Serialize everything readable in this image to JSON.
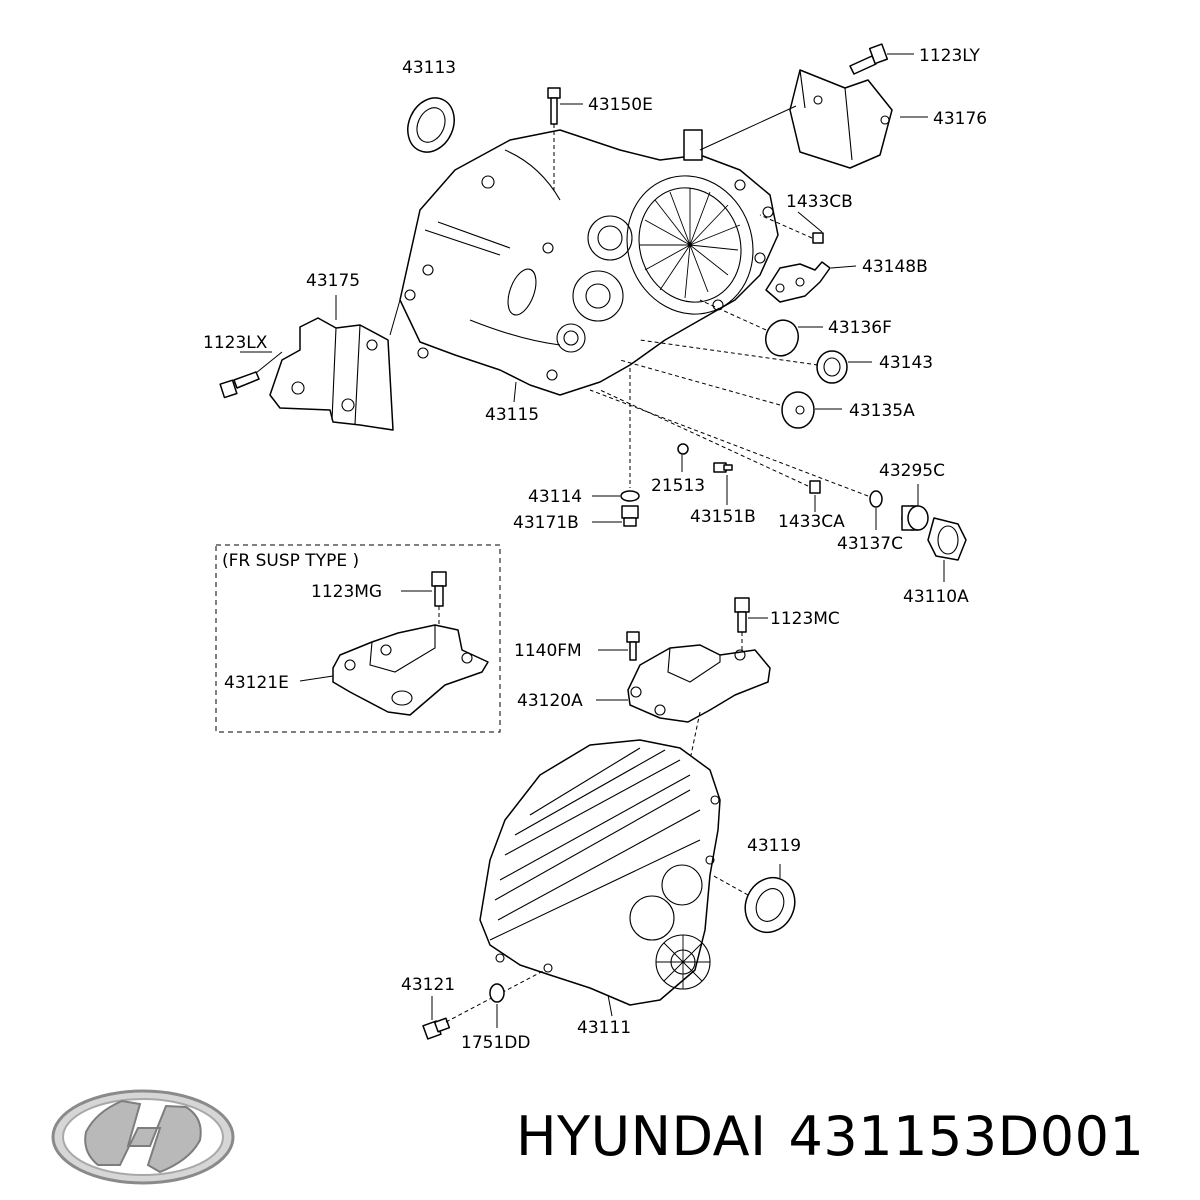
{
  "brand": "HYUNDAI",
  "part_number": "431153D001",
  "inset_label": "(FR SUSP TYPE )",
  "callouts": {
    "c43113": "43113",
    "c43150E": "43150E",
    "c1123LY": "1123LY",
    "c43176": "43176",
    "c1433CB": "1433CB",
    "c43148B": "43148B",
    "c43175": "43175",
    "c1123LX": "1123LX",
    "c43136F": "43136F",
    "c43143": "43143",
    "c43115": "43115",
    "c43135A": "43135A",
    "c21513": "21513",
    "c43114": "43114",
    "c43171B": "43171B",
    "c43151B": "43151B",
    "c1433CA": "1433CA",
    "c43295C": "43295C",
    "c43137C": "43137C",
    "c43110A": "43110A",
    "c1123MG": "1123MG",
    "c43121E": "43121E",
    "c1140FM": "1140FM",
    "c1123MC": "1123MC",
    "c43120A": "43120A",
    "c43119": "43119",
    "c43121": "43121",
    "c43111": "43111",
    "c1751DD": "1751DD"
  }
}
